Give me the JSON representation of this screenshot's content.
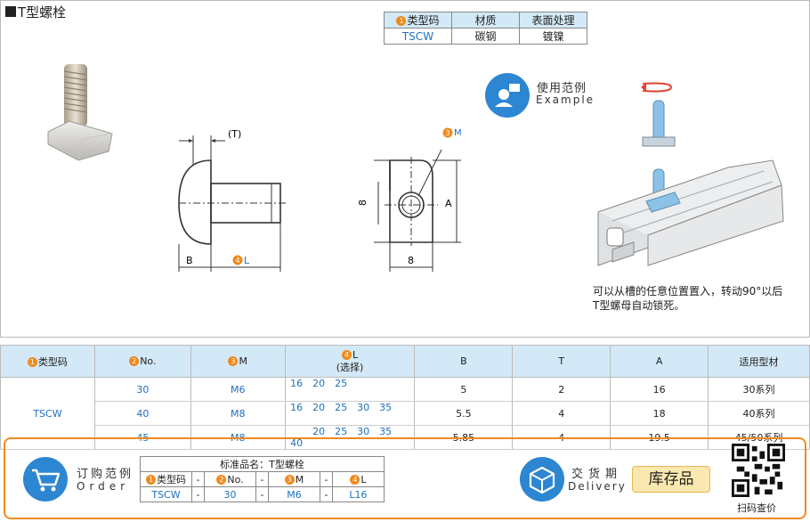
{
  "title": "T型螺栓",
  "properties": {
    "headers": [
      "类型码",
      "材质",
      "表面处理"
    ],
    "header_number": "1",
    "row": [
      "TSCW",
      "碳钢",
      "镀镍"
    ]
  },
  "drawing": {
    "t_label": "(T)",
    "b_label": "B",
    "l_label": "L",
    "l_number": "4",
    "m_label": "M",
    "m_number": "3",
    "dim_8_vertical": "8",
    "dim_8_horizontal": "8",
    "a_label": "A"
  },
  "example": {
    "label_cn": "使用范例",
    "label_en": "Example",
    "note_line1": "可以从槽的任意位置置入，转动90°以后",
    "note_line2": "T型螺母自动锁死。"
  },
  "spec_table": {
    "headers": {
      "type": {
        "num": "1",
        "text": "类型码"
      },
      "no": {
        "num": "2",
        "text": "No."
      },
      "m": {
        "num": "3",
        "text": "M"
      },
      "l": {
        "num": "4",
        "text": "L",
        "sub": "(选择)"
      },
      "b": "B",
      "t": "T",
      "a": "A",
      "profile": "适用型材"
    },
    "type_code": "TSCW",
    "rows": [
      {
        "no": "30",
        "m": "M6",
        "l": [
          "16",
          "20",
          "25",
          "",
          "",
          ""
        ],
        "b": "5",
        "t": "2",
        "a": "16",
        "profile": "30系列"
      },
      {
        "no": "40",
        "m": "M8",
        "l": [
          "16",
          "20",
          "25",
          "30",
          "35",
          ""
        ],
        "b": "5.5",
        "t": "4",
        "a": "18",
        "profile": "40系列"
      },
      {
        "no": "45",
        "m": "M8",
        "l": [
          "",
          "20",
          "25",
          "30",
          "35",
          "40"
        ],
        "b": "5.85",
        "t": "4",
        "a": "19.5",
        "profile": "45/50系列"
      }
    ]
  },
  "order": {
    "label_cn": "订购范例",
    "label_en": "Order",
    "std_name": "标准品名：T型螺栓",
    "headers": [
      {
        "num": "1",
        "text": "类型码"
      },
      {
        "num": "2",
        "text": "No."
      },
      {
        "num": "3",
        "text": "M"
      },
      {
        "num": "4",
        "text": "L"
      }
    ],
    "sep": "-",
    "values": [
      "TSCW",
      "30",
      "M6",
      "L16"
    ]
  },
  "delivery": {
    "label_cn": "交货期",
    "label_en": "Delivery",
    "badge": "库存品"
  },
  "qr_label": "扫码查价",
  "colors": {
    "accent_blue": "#2d86d1",
    "orange": "#f08a1c",
    "header_bg": "#d3e9f7"
  }
}
